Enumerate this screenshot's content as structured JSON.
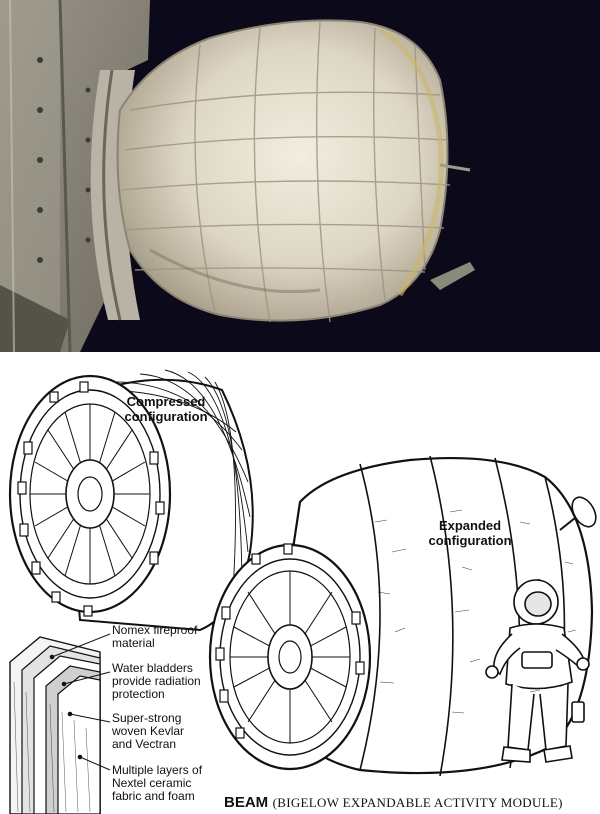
{
  "labels": {
    "compressed": [
      "Compressed",
      "configuration"
    ],
    "expanded": [
      "Expanded",
      "configuration"
    ]
  },
  "layers": [
    [
      "Nomex fireproof",
      "material"
    ],
    [
      "Water bladders",
      "provide radiation",
      "protection"
    ],
    [
      "Super-strong",
      "woven Kevlar",
      "and Vectran"
    ],
    [
      "Multiple layers of",
      "Nextel ceramic",
      "fabric and foam"
    ]
  ],
  "caption": {
    "name": "BEAM",
    "full": "(BIGELOW EXPANDABLE ACTIVITY MODULE)"
  },
  "colors": {
    "space": "#0c0a1a",
    "module_fabric": "#e8e2d2",
    "iss_structure": "#8a8578",
    "ink": "#111111"
  }
}
